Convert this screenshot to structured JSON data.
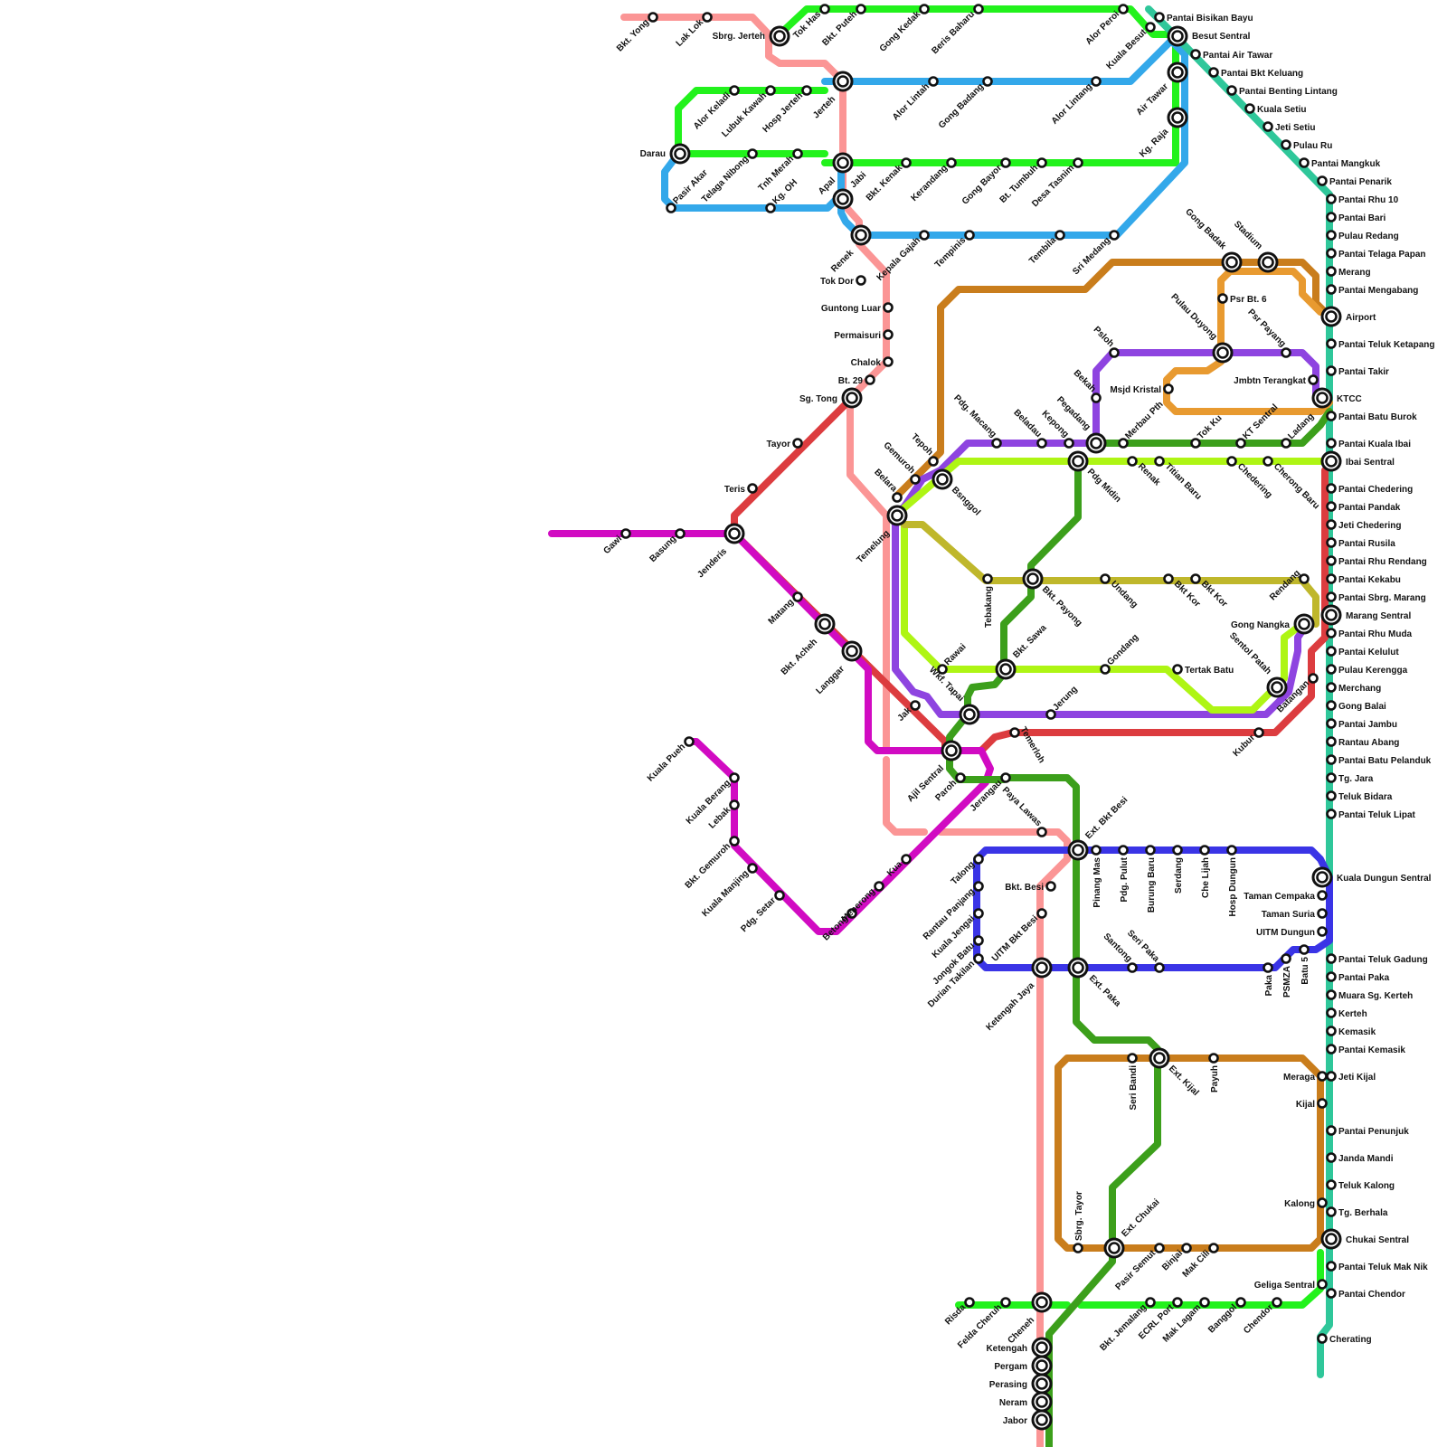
{
  "map": {
    "lines": [
      {
        "id": "pink",
        "color": "#fb9595"
      },
      {
        "id": "bright-green",
        "color": "#22f21c"
      },
      {
        "id": "blue",
        "color": "#33a8ea"
      },
      {
        "id": "teal",
        "color": "#2fc79a"
      },
      {
        "id": "red",
        "color": "#dc3c3f"
      },
      {
        "id": "magenta",
        "color": "#d10bc2"
      },
      {
        "id": "brown",
        "color": "#c97d1c"
      },
      {
        "id": "orange",
        "color": "#e89a30"
      },
      {
        "id": "purple",
        "color": "#8e44e0"
      },
      {
        "id": "dark-green",
        "color": "#3c9f1b"
      },
      {
        "id": "lime",
        "color": "#aef514"
      },
      {
        "id": "olive",
        "color": "#bfb72b"
      },
      {
        "id": "indigo",
        "color": "#3a34e6"
      }
    ],
    "stations": [
      {
        "id": "bkt-yong",
        "name": "Bkt. Yong"
      },
      {
        "id": "lak-lok",
        "name": "Lak Lok"
      },
      {
        "id": "sbrg-jerteh",
        "name": "Sbrg. Jerteh"
      },
      {
        "id": "tok-has",
        "name": "Tok Has"
      },
      {
        "id": "bkt-puteh",
        "name": "Bkt. Puteh"
      },
      {
        "id": "gong-kedak",
        "name": "Gong Kedak"
      },
      {
        "id": "beris-baharu",
        "name": "Beris Baharu"
      },
      {
        "id": "alor-peroi",
        "name": "Alor Peroi"
      },
      {
        "id": "kuala-besut",
        "name": "Kuala Besut"
      },
      {
        "id": "pantai-bisikan-bayu",
        "name": "Pantai Bisikan Bayu"
      },
      {
        "id": "besut-sentral",
        "name": "Besut Sentral"
      },
      {
        "id": "pantai-air-tawar",
        "name": "Pantai Air Tawar"
      },
      {
        "id": "pantai-bkt-keluang",
        "name": "Pantai Bkt Keluang"
      },
      {
        "id": "pantai-benting-lintang",
        "name": "Pantai Benting Lintang"
      },
      {
        "id": "kuala-setiu",
        "name": "Kuala Setiu"
      },
      {
        "id": "jeti-setiu",
        "name": "Jeti Setiu"
      },
      {
        "id": "pulau-ru",
        "name": "Pulau Ru"
      },
      {
        "id": "pantai-mangkuk",
        "name": "Pantai Mangkuk"
      },
      {
        "id": "pantai-penarik",
        "name": "Pantai Penarik"
      },
      {
        "id": "pantai-rhu-10",
        "name": "Pantai Rhu 10"
      },
      {
        "id": "pantai-bari",
        "name": "Pantai Bari"
      },
      {
        "id": "pulau-redang",
        "name": "Pulau Redang"
      },
      {
        "id": "pantai-telaga-papan",
        "name": "Pantai Telaga Papan"
      },
      {
        "id": "merang",
        "name": "Merang"
      },
      {
        "id": "pantai-mengabang",
        "name": "Pantai Mengabang"
      },
      {
        "id": "airport",
        "name": "Airport"
      },
      {
        "id": "pantai-teluk-ketapang",
        "name": "Pantai Teluk Ketapang"
      },
      {
        "id": "pantai-takir",
        "name": "Pantai Takir"
      },
      {
        "id": "ktcc",
        "name": "KTCC"
      },
      {
        "id": "pantai-batu-burok",
        "name": "Pantai Batu Burok"
      },
      {
        "id": "pantai-kuala-ibai",
        "name": "Pantai Kuala Ibai"
      },
      {
        "id": "ibai-sentral",
        "name": "Ibai Sentral"
      },
      {
        "id": "pantai-chedering",
        "name": "Pantai Chedering"
      },
      {
        "id": "pantai-pandak",
        "name": "Pantai Pandak"
      },
      {
        "id": "jeti-chedering",
        "name": "Jeti Chedering"
      },
      {
        "id": "pantai-rusila",
        "name": "Pantai Rusila"
      },
      {
        "id": "pantai-rhu-rendang",
        "name": "Pantai Rhu Rendang"
      },
      {
        "id": "pantai-kekabu",
        "name": "Pantai Kekabu"
      },
      {
        "id": "pantai-sbrg-marang",
        "name": "Pantai Sbrg. Marang"
      },
      {
        "id": "marang-sentral",
        "name": "Marang Sentral"
      },
      {
        "id": "pantai-rhu-muda",
        "name": "Pantai Rhu Muda"
      },
      {
        "id": "pantai-kelulut",
        "name": "Pantai Kelulut"
      },
      {
        "id": "pulau-kerengga",
        "name": "Pulau Kerengga"
      },
      {
        "id": "merchang",
        "name": "Merchang"
      },
      {
        "id": "gong-balai",
        "name": "Gong Balai"
      },
      {
        "id": "pantai-jambu",
        "name": "Pantai Jambu"
      },
      {
        "id": "rantau-abang",
        "name": "Rantau Abang"
      },
      {
        "id": "pantai-batu-pelanduk",
        "name": "Pantai Batu Pelanduk"
      },
      {
        "id": "tg-jara",
        "name": "Tg. Jara"
      },
      {
        "id": "teluk-bidara",
        "name": "Teluk Bidara"
      },
      {
        "id": "pantai-teluk-lipat",
        "name": "Pantai Teluk Lipat"
      },
      {
        "id": "kuala-dungun-sentral",
        "name": "Kuala Dungun Sentral"
      },
      {
        "id": "taman-cempaka",
        "name": "Taman Cempaka"
      },
      {
        "id": "taman-suria",
        "name": "Taman Suria"
      },
      {
        "id": "uitm-dungun",
        "name": "UITM Dungun"
      },
      {
        "id": "pantai-teluk-gadung",
        "name": "Pantai Teluk Gadung"
      },
      {
        "id": "pantai-paka",
        "name": "Pantai Paka"
      },
      {
        "id": "muara-sg-kerteh",
        "name": "Muara Sg. Kerteh"
      },
      {
        "id": "kerteh",
        "name": "Kerteh"
      },
      {
        "id": "kemasik",
        "name": "Kemasik"
      },
      {
        "id": "pantai-kemasik",
        "name": "Pantai Kemasik"
      },
      {
        "id": "meraga",
        "name": "Meraga"
      },
      {
        "id": "jeti-kijal",
        "name": "Jeti Kijal"
      },
      {
        "id": "kijal",
        "name": "Kijal"
      },
      {
        "id": "pantai-penunjuk",
        "name": "Pantai Penunjuk"
      },
      {
        "id": "janda-mandi",
        "name": "Janda Mandi"
      },
      {
        "id": "teluk-kalong",
        "name": "Teluk Kalong"
      },
      {
        "id": "kalong",
        "name": "Kalong"
      },
      {
        "id": "tg-berhala",
        "name": "Tg. Berhala"
      },
      {
        "id": "chukai-sentral",
        "name": "Chukai Sentral"
      },
      {
        "id": "pantai-teluk-mak-nik",
        "name": "Pantai  Teluk Mak Nik"
      },
      {
        "id": "geliga-sentral",
        "name": "Geliga Sentral"
      },
      {
        "id": "pantai-chendor",
        "name": "Pantai Chendor"
      },
      {
        "id": "cherating",
        "name": "Cherating"
      },
      {
        "id": "alor-keladi",
        "name": "Alor Keladi"
      },
      {
        "id": "lubuk-kawah",
        "name": "Lubuk Kawah"
      },
      {
        "id": "hosp-jerteh",
        "name": "Hosp Jerteh"
      },
      {
        "id": "jerteh",
        "name": "Jerteh"
      },
      {
        "id": "alor-lintah",
        "name": "Alor Lintah"
      },
      {
        "id": "gong-badang",
        "name": "Gong Badang"
      },
      {
        "id": "alor-lintang",
        "name": "Alor Lintang"
      },
      {
        "id": "air-tawar",
        "name": "Air Tawar"
      },
      {
        "id": "kg-raja",
        "name": "Kg. Raja"
      },
      {
        "id": "darau",
        "name": "Darau"
      },
      {
        "id": "pasir-akar",
        "name": "Pasir Akar"
      },
      {
        "id": "telaga-nibong",
        "name": "Telaga Nibong"
      },
      {
        "id": "tnh-merah",
        "name": "Tnh Merah"
      },
      {
        "id": "kg-oh",
        "name": "Kg. OH"
      },
      {
        "id": "apal",
        "name": "Apal"
      },
      {
        "id": "jabi",
        "name": "Jabi"
      },
      {
        "id": "bkt-kenak",
        "name": "Bkt. Kenak"
      },
      {
        "id": "kerandang",
        "name": "Kerandang"
      },
      {
        "id": "gong-bayor",
        "name": "Gong Bayor"
      },
      {
        "id": "bt-tumbuh",
        "name": "Bt. Tumbuh"
      },
      {
        "id": "desa-tasnim",
        "name": "Desa Tasnim"
      },
      {
        "id": "renek",
        "name": "Renek"
      },
      {
        "id": "kepala-gajah",
        "name": "Kepala Gajah"
      },
      {
        "id": "tempinis",
        "name": "Tempinis"
      },
      {
        "id": "tembila",
        "name": "Tembila"
      },
      {
        "id": "sri-medang",
        "name": "Sri Medang"
      },
      {
        "id": "tok-dor",
        "name": "Tok Dor"
      },
      {
        "id": "guntong-luar",
        "name": "Guntong Luar"
      },
      {
        "id": "permaisuri",
        "name": "Permaisuri"
      },
      {
        "id": "chalok",
        "name": "Chalok"
      },
      {
        "id": "bt-29",
        "name": "Bt. 29"
      },
      {
        "id": "sg-tong",
        "name": "Sg. Tong"
      },
      {
        "id": "tayor",
        "name": "Tayor"
      },
      {
        "id": "teris",
        "name": "Teris"
      },
      {
        "id": "gawi",
        "name": "Gawi"
      },
      {
        "id": "basung",
        "name": "Basung"
      },
      {
        "id": "jenderis",
        "name": "Jenderis"
      },
      {
        "id": "matang",
        "name": "Matang"
      },
      {
        "id": "bkt-acheh",
        "name": "Bkt. Acheh"
      },
      {
        "id": "langgar",
        "name": "Langgar"
      },
      {
        "id": "jak",
        "name": "Jak"
      },
      {
        "id": "ajil-sentral",
        "name": "Ajil Sentral"
      },
      {
        "id": "paroh",
        "name": "Paroh"
      },
      {
        "id": "jerangau",
        "name": "Jerangau"
      },
      {
        "id": "temerloh",
        "name": "Temerloh"
      },
      {
        "id": "kuala-pueh",
        "name": "Kuala Pueh"
      },
      {
        "id": "kuala-berang",
        "name": "Kuala Berang"
      },
      {
        "id": "lebak",
        "name": "Lebak"
      },
      {
        "id": "bkt-gemuroh",
        "name": "Bkt. Gemuroh"
      },
      {
        "id": "kuala-manjing",
        "name": "Kuala Manjing"
      },
      {
        "id": "pdg-setar",
        "name": "Pdg. Setar"
      },
      {
        "id": "betong",
        "name": "Betong"
      },
      {
        "id": "menerong",
        "name": "Menerong"
      },
      {
        "id": "kua",
        "name": "Kua"
      },
      {
        "id": "gong-badak",
        "name": "Gong Badak"
      },
      {
        "id": "stadium",
        "name": "Stadium"
      },
      {
        "id": "psr-bt-6",
        "name": "Psr Bt. 6"
      },
      {
        "id": "pulau-duyong",
        "name": "Pulau Duyong"
      },
      {
        "id": "psr-payang",
        "name": "Psr Payang"
      },
      {
        "id": "jmbtn-terangkat",
        "name": "Jmbtn Terangkat"
      },
      {
        "id": "msjd-kristal",
        "name": "Msjd Kristal"
      },
      {
        "id": "psloh",
        "name": "Psloh"
      },
      {
        "id": "bekah",
        "name": "Bekah"
      },
      {
        "id": "pdg-macang",
        "name": "Pdg. Macang"
      },
      {
        "id": "beladau",
        "name": "Beladau"
      },
      {
        "id": "kepong",
        "name": "Kepong"
      },
      {
        "id": "pegadang",
        "name": "Pegadang"
      },
      {
        "id": "merbau-pth",
        "name": "Merbau Pth"
      },
      {
        "id": "tok-ku",
        "name": "Tok Ku"
      },
      {
        "id": "kt-sentral",
        "name": "KT Sentral"
      },
      {
        "id": "ladang",
        "name": "Ladang"
      },
      {
        "id": "tepoh",
        "name": "Tepoh"
      },
      {
        "id": "gemuroh",
        "name": "Gemuroh"
      },
      {
        "id": "bsnggol",
        "name": "Bsnggol"
      },
      {
        "id": "belara",
        "name": "Belara"
      },
      {
        "id": "temelung",
        "name": "Temelung"
      },
      {
        "id": "pdg-midin",
        "name": "Pdg Midin"
      },
      {
        "id": "renak",
        "name": "Renak"
      },
      {
        "id": "titian-baru",
        "name": "Titian Baru"
      },
      {
        "id": "chedering",
        "name": "Chedering"
      },
      {
        "id": "cherong-baru",
        "name": "Cherong Baru"
      },
      {
        "id": "tebakang",
        "name": "Tebakang"
      },
      {
        "id": "bkt-payong",
        "name": "Bkt. Payong"
      },
      {
        "id": "undang",
        "name": "Undang"
      },
      {
        "id": "bkt-kor",
        "name": "Bkt Kor"
      },
      {
        "id": "bkt-kor-2",
        "name": "Bkt Kor"
      },
      {
        "id": "rendang",
        "name": "Rendang"
      },
      {
        "id": "gong-nangka",
        "name": "Gong Nangka"
      },
      {
        "id": "sentol-patah",
        "name": "Sentol Patah"
      },
      {
        "id": "batangan",
        "name": "Batangan"
      },
      {
        "id": "kubur",
        "name": "Kubur"
      },
      {
        "id": "rawai",
        "name": "Rawai"
      },
      {
        "id": "bkt-sawa",
        "name": "Bkt. Sawa"
      },
      {
        "id": "gondang",
        "name": "Gondang"
      },
      {
        "id": "tertak-batu",
        "name": "Tertak Batu"
      },
      {
        "id": "wkf-tapai",
        "name": "Wkf. Tapai"
      },
      {
        "id": "jerung",
        "name": "Jerung"
      },
      {
        "id": "paya-lawas",
        "name": "Paya Lawas"
      },
      {
        "id": "ext-bkt-besi",
        "name": "Ext. Bkt Besi"
      },
      {
        "id": "pinang-mas",
        "name": "Pinang Mas"
      },
      {
        "id": "pdg-pulut",
        "name": "Pdg. Pulut"
      },
      {
        "id": "burung-baru",
        "name": "Burung Baru"
      },
      {
        "id": "serdang",
        "name": "Serdang"
      },
      {
        "id": "che-lijah",
        "name": "Che Lijah"
      },
      {
        "id": "hosp-dungun",
        "name": "Hosp Dungun"
      },
      {
        "id": "talong",
        "name": "Talong"
      },
      {
        "id": "rantau-panjang",
        "name": "Rantau Panjang"
      },
      {
        "id": "kuala-jengai",
        "name": "Kuala Jengai"
      },
      {
        "id": "jongok-batu",
        "name": "Jongok Batu"
      },
      {
        "id": "durian-takilan",
        "name": "Durian Takilan"
      },
      {
        "id": "bkt-besi",
        "name": "Bkt. Besi"
      },
      {
        "id": "uitm-bkt-besi",
        "name": "UITM Bkt Besi"
      },
      {
        "id": "ketengah-jaya",
        "name": "Ketengah Jaya"
      },
      {
        "id": "ext-paka",
        "name": "Ext. Paka"
      },
      {
        "id": "santong",
        "name": "Santong"
      },
      {
        "id": "seri-paka",
        "name": "Seri Paka"
      },
      {
        "id": "paka",
        "name": "Paka"
      },
      {
        "id": "psmza",
        "name": "PSMZA"
      },
      {
        "id": "batu-5",
        "name": "Batu 5"
      },
      {
        "id": "seri-bandi",
        "name": "Seri Bandi"
      },
      {
        "id": "ext-kijal",
        "name": "Ext. Kijal"
      },
      {
        "id": "payuh",
        "name": "Payuh"
      },
      {
        "id": "sbrg-tayor",
        "name": "Sbrg. Tayor"
      },
      {
        "id": "ext-chukai",
        "name": "Ext. Chukai"
      },
      {
        "id": "pasir-semut",
        "name": "Pasir Semut"
      },
      {
        "id": "binjai",
        "name": "Binjai"
      },
      {
        "id": "mak-cili",
        "name": "Mak Cili"
      },
      {
        "id": "risda",
        "name": "Risda"
      },
      {
        "id": "felda-cheruh",
        "name": "Felda Cheruh"
      },
      {
        "id": "cheneh",
        "name": "Cheneh"
      },
      {
        "id": "bkt-jemalang",
        "name": "Bkt. Jemalang"
      },
      {
        "id": "ecrl-port",
        "name": "ECRL Port"
      },
      {
        "id": "mak-lagam",
        "name": "Mak Lagam"
      },
      {
        "id": "banggol",
        "name": "Banggol"
      },
      {
        "id": "chendor",
        "name": "Chendor"
      },
      {
        "id": "ketengah",
        "name": "Ketengah"
      },
      {
        "id": "pergam",
        "name": "Pergam"
      },
      {
        "id": "perasing",
        "name": "Perasing"
      },
      {
        "id": "neram",
        "name": "Neram"
      },
      {
        "id": "jabor",
        "name": "Jabor"
      }
    ]
  }
}
